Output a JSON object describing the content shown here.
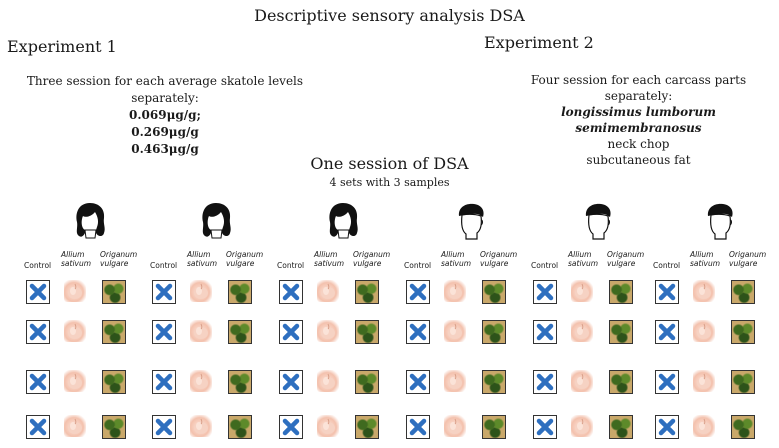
{
  "title": "Descriptive sensory analysis DSA",
  "experiment1": {
    "label": "Experiment 1",
    "description": "Three session for each average skatole levels separately:",
    "levels": [
      "0.069μg/g;",
      "0.269μg/g",
      "0.463μg/g"
    ]
  },
  "experiment2": {
    "label": "Experiment 2",
    "description": "Four session for each carcass parts separately:",
    "parts": [
      "longissimus lumborum",
      "semimembranosus",
      "neck chop",
      "subcutaneous fat"
    ]
  },
  "session": {
    "title": "One session of DSA",
    "subtitle": "4 sets with 3 samples"
  },
  "columns": {
    "control": "Control",
    "allium": "Allium sativum",
    "origanum": "Origanum vulgare"
  },
  "panelists": [
    {
      "type": "female-head-icon"
    },
    {
      "type": "female-head-icon"
    },
    {
      "type": "female-head-icon"
    },
    {
      "type": "male-head-icon"
    },
    {
      "type": "male-head-icon"
    },
    {
      "type": "male-head-icon"
    }
  ],
  "sets_per_session": 4,
  "colors": {
    "cross": "#2e6fbf",
    "garlic": "#f3c1ad",
    "oregano": "#3f6a1f"
  }
}
